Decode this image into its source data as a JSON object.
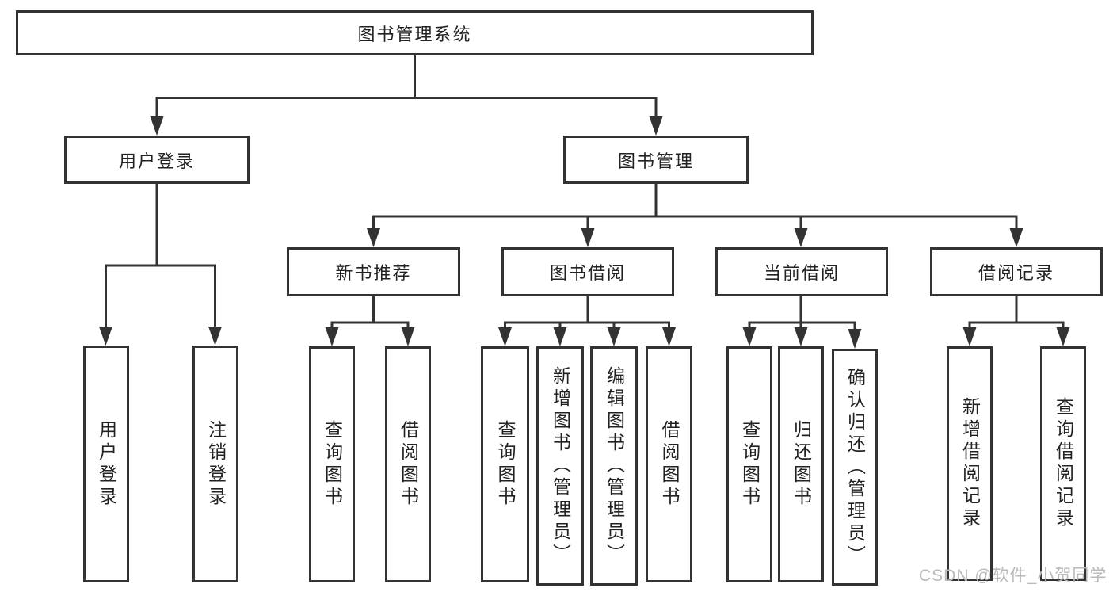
{
  "diagram": {
    "title": "图书管理系统",
    "nodes": {
      "root": "图书管理系统",
      "user_login": "用户登录",
      "book_mgmt": "图书管理",
      "new_books": "新书推荐",
      "book_borrow": "图书借阅",
      "current_borrow": "当前借阅",
      "borrow_records": "借阅记录",
      "leaf_user_login": "用户登录",
      "leaf_logout": "注销登录",
      "leaf_nb_query": "查询图书",
      "leaf_nb_borrow": "借阅图书",
      "leaf_bb_query": "查询图书",
      "leaf_bb_add": "新增图书（管理员）",
      "leaf_bb_edit": "编辑图书（管理员）",
      "leaf_bb_borrow": "借阅图书",
      "leaf_cb_query": "查询图书",
      "leaf_cb_return": "归还图书",
      "leaf_cb_confirm": "确认归还（管理员）",
      "leaf_br_add": "新增借阅记录",
      "leaf_br_query": "查询借阅记录"
    }
  },
  "watermark": "CSDN @软件_小贺同学",
  "colors": {
    "line": "#333333",
    "box_border": "#333333",
    "text": "#222222",
    "background": "#ffffff",
    "watermark": "#b9b9b9"
  }
}
